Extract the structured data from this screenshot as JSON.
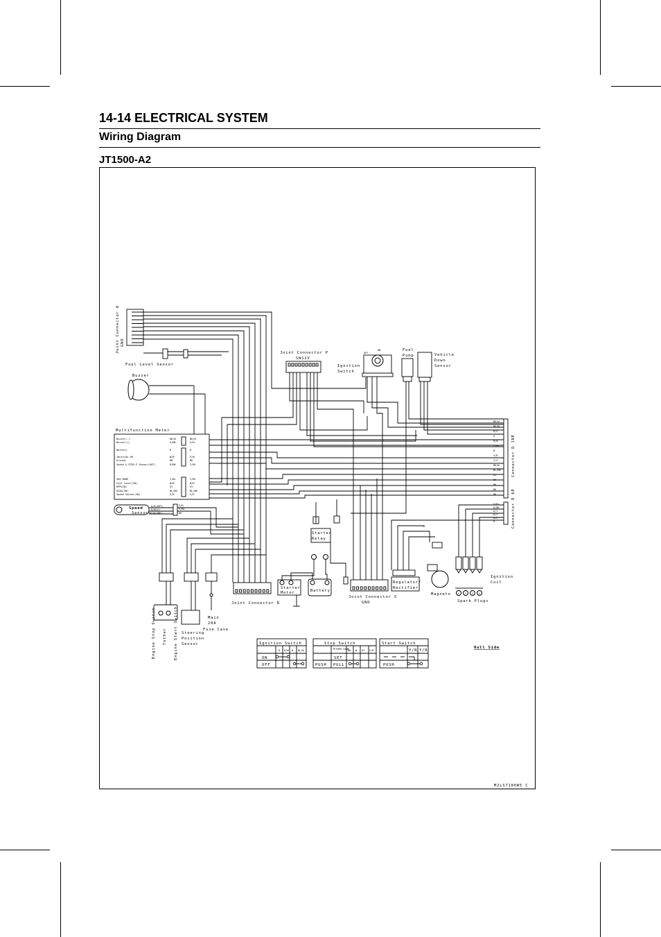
{
  "header": {
    "title": "14-14 ELECTRICAL SYSTEM",
    "subtitle": "Wiring Diagram",
    "model": "JT1500-A2"
  },
  "diagram": {
    "code": "M2LS7180W5 C",
    "hull_side": "Hull Side",
    "components": {
      "joint_connector_q": "Joint Connector Q",
      "gnd": "GND",
      "fuel_level_sensor": "Fuel Level Sensor",
      "buzzer": "Buzzer",
      "multifunction_meter": "Multifunction Meter",
      "speed_sensor_a": "Speed",
      "speed_sensor_b": "Sensor",
      "joint_connector_p": "Joint Connector P",
      "sw12v": "SW12V",
      "ignition_switch_a": "Ignition",
      "ignition_switch_b": "Switch",
      "fuel_pump_a": "Fuel",
      "fuel_pump_b": "Pump",
      "vehicle_down_sensor_a": "Vehicle",
      "vehicle_down_sensor_b": "Down",
      "vehicle_down_sensor_c": "Sensor",
      "connector_d_18p": "Connector D 18P",
      "connector_d_6p": "Connector D 6P",
      "starter_relay_a": "Starter",
      "starter_relay_b": "Relay",
      "starter_motor_a": "Starter",
      "starter_motor_b": "Motor",
      "battery": "Battery",
      "joint_connector_r": "Joint Connector R",
      "joint_connector_s": "Joint Connector S",
      "gnd_s": "GND",
      "regulator_a": "Regulator/",
      "regulator_b": "Rectifier",
      "magneto": "Magneto",
      "ignition_coil_a": "Ignition",
      "ignition_coil_b": "Coil",
      "spark_plugs": "Spark Plugs",
      "main_fuse_a": "Main",
      "main_fuse_b": "20A",
      "fuse_case": "Fuse Case",
      "steering_a": "Steering",
      "steering_b": "Position",
      "steering_c": "Sensor",
      "engine_stop_switch": "Engine Stop Switch",
      "tether": "Tether",
      "engine_start_switch": "Engine Start Switch",
      "off": "OFF",
      "on": "ON"
    },
    "meter_pins": [
      "Buzzer(-)",
      "Buzzer(+)",
      "Battery",
      "Ignition-SW",
      "Ground",
      "Speed & STRG-P Sensor(OUT)",
      "SKO MODE",
      "Fuel Level(IN)",
      "RPM(IN)",
      "DIAG(IN)",
      "Speed Sensor(IN)"
    ],
    "meter_colors_left": [
      "BK/W",
      "G/BK",
      "R",
      "W/B",
      "BK",
      "R/BK",
      "Y/BL",
      "W/B",
      "GY",
      "BL/BK",
      "G/R"
    ],
    "meter_colors_right": [
      "BK/W",
      "G/W",
      "R",
      "P/W",
      "BK",
      "Y/BL",
      "Y/BL",
      "W/R",
      "GY",
      "BL/BK",
      "G/R"
    ],
    "conn_d18_colors": [
      "BK/W",
      "BK/W",
      "R/G",
      "G",
      "R/W",
      "Y/BL",
      "W",
      "Y/R",
      "Y/G",
      "BK/W",
      "BL/BK",
      "G1",
      "BK",
      "BK",
      "BK",
      "BK"
    ],
    "conn_d6_colors": [
      "O/BL",
      "O/BK",
      "O/Y",
      "O/Y",
      "W/R",
      "R"
    ],
    "tables": {
      "ignition": {
        "title": "Ignition Switch",
        "cols": [
          "R",
          "R/W",
          "W",
          "BL/W"
        ],
        "rows": [
          "ON",
          "OFF"
        ]
      },
      "stop": {
        "title": "Stop Switch",
        "cols": [
          "TETHER COND",
          "BK",
          "W",
          "GY",
          "Y/R"
        ],
        "rows": [
          "SET",
          "PUSH",
          "PULL"
        ]
      },
      "start": {
        "title": "Start Switch",
        "cols": [
          "Y/R",
          "Y/R"
        ],
        "rows": [
          "PUSH"
        ]
      }
    }
  }
}
